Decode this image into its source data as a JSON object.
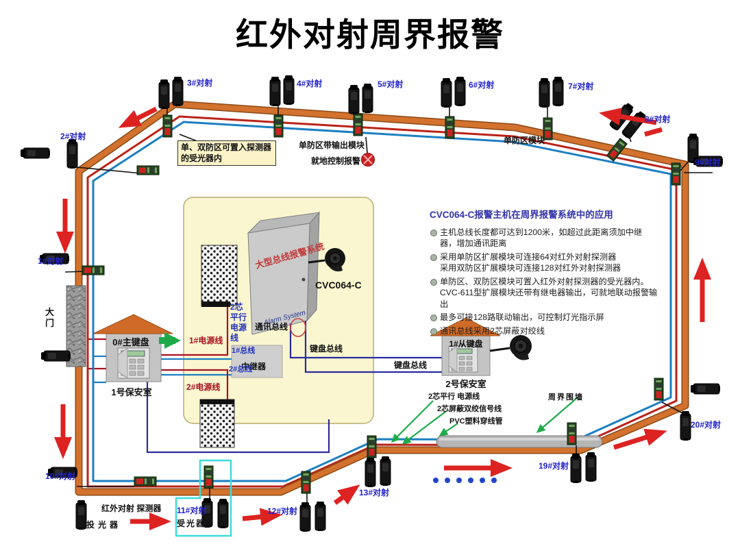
{
  "title": "红外对射周界报警",
  "detector_labels": {
    "d1": "1#对射",
    "d2": "2#对射",
    "d3": "3#对射",
    "d4": "4#对射",
    "d5": "5#对射",
    "d6": "6#对射",
    "d7": "7#对射",
    "d8": "8#对射",
    "d9": "9#对射",
    "d10": "10#对射",
    "d11": "11#对射",
    "d12": "12#对射",
    "d13": "13#对射",
    "d19": "19#对射",
    "d20": "20#对射"
  },
  "notes": {
    "receiver_note": "单、双防区可置入探测器的受光器内",
    "output_module": "单防区带输出模块",
    "local_alarm": "就地控制报警",
    "single_zone_module": "单防区模块",
    "wall": "周界围墙",
    "gate": "大门",
    "ir_detector": "红外对射 探测器",
    "emitter": "投光器",
    "receiver": "受光器",
    "power_cable": "2芯平行 电源线",
    "signal_cable": "2芯屏蔽双绞信号线",
    "pvc_tube": "PVC塑料穿线管"
  },
  "panel": {
    "host_model": "CVC064-C",
    "cabinet_text": "大型总线报警系统",
    "cabinet_text_en": "Alarm System",
    "comm_bus": "通讯总线",
    "keyboard_bus": "键盘总线",
    "repeater": "中继器",
    "bus1": "1#总线",
    "bus2": "2#总线",
    "power1": "1#电源线",
    "power2": "2#电源线",
    "power_cable_vertical": "2芯平行电源线"
  },
  "houses": {
    "keypad_master": "0#主键盘",
    "house1": "1号保安室",
    "keypad_slave": "1#从键盘",
    "house2": "2号保安室"
  },
  "info": {
    "title": "CVC064-C报警主机在周界报警系统中的应用",
    "bullets": [
      "主机总线长度都可达到1200米，如超过此距离须加中继器，增加通讯距离",
      "采用单防区扩展模块可连接64对红外对射探测器\n采用双防区扩展模块可连接128对红外对射探测器",
      "单防区、双防区模块可置入红外对射探测器的受光器内。CVC-611型扩展模块还带有继电器输出，可就地联动报警输出",
      "最多可接128路联动输出，可控制灯光指示屏",
      "通讯总线采用2芯屏蔽对绞线"
    ]
  },
  "colors": {
    "perimeter_orange": "#d2722e",
    "power_line_red": "#bb2218",
    "bus_line_blue": "#1b7fc2",
    "keyboard_bus_navy": "#2b2b9e",
    "arrow_red": "#dd2222",
    "arrow_green": "#1faa4a",
    "panel_bg": "#faf6cf",
    "highlight_cyan": "#3adcdc"
  }
}
